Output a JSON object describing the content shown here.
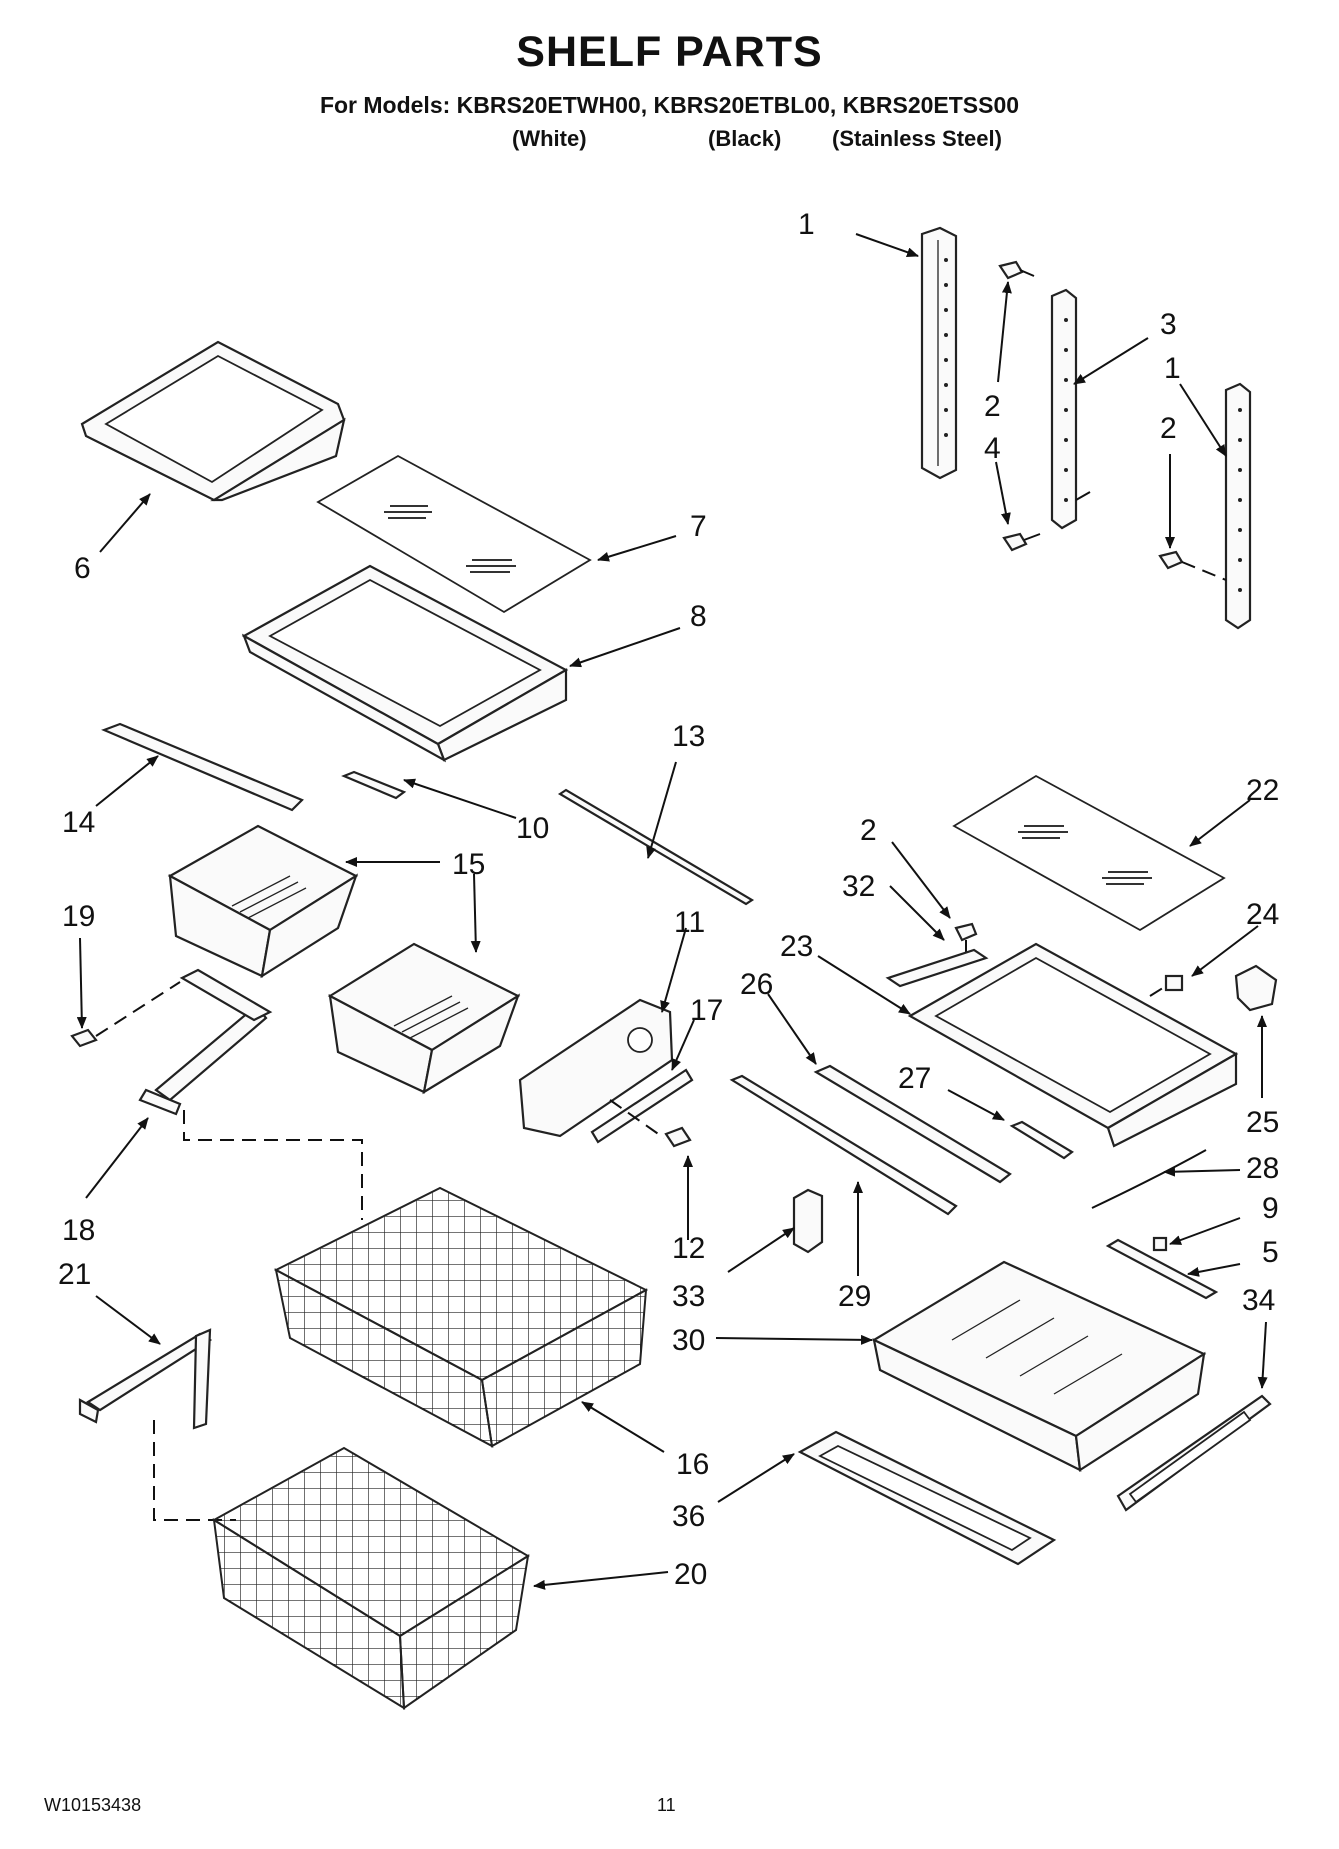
{
  "header": {
    "title": "SHELF PARTS",
    "models_line": "For Models: KBRS20ETWH00, KBRS20ETBL00, KBRS20ETSS00",
    "variants": [
      "(White)",
      "(Black)",
      "(Stainless Steel)"
    ]
  },
  "callouts": {
    "c1a": "1",
    "c2a": "2",
    "c3": "3",
    "c1b": "1",
    "c2b": "2",
    "c4": "4",
    "c6": "6",
    "c7": "7",
    "c8": "8",
    "c13": "13",
    "c14": "14",
    "c10": "10",
    "c15": "15",
    "c19": "19",
    "c11": "11",
    "c17": "17",
    "c26": "26",
    "c23": "23",
    "c22": "22",
    "c2c": "2",
    "c32": "32",
    "c24": "24",
    "c25": "25",
    "c27": "27",
    "c28": "28",
    "c9": "9",
    "c5": "5",
    "c18": "18",
    "c12": "12",
    "c33": "33",
    "c29": "29",
    "c34": "34",
    "c30": "30",
    "c21": "21",
    "c16": "16",
    "c36": "36",
    "c20": "20"
  },
  "footer": {
    "doc_number": "W10153438",
    "page_number": "11"
  }
}
